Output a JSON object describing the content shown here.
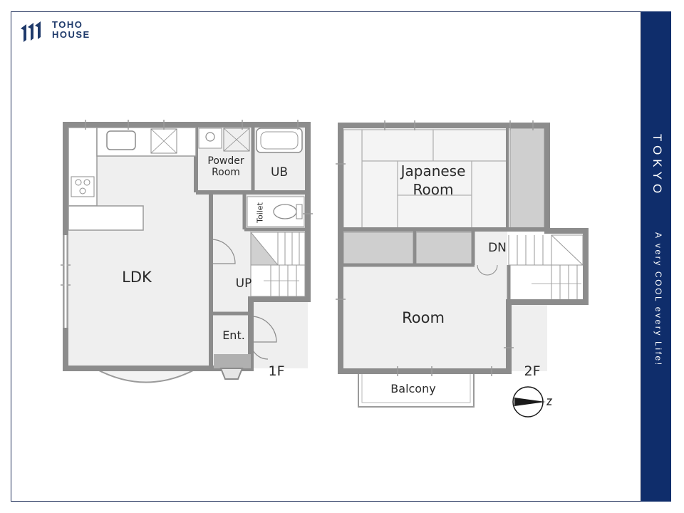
{
  "brand": {
    "line1": "TOHO",
    "line2": "HOUSE"
  },
  "side": {
    "title": "TOKYO",
    "tagline": "A very COOL every Life!"
  },
  "plan_1f": {
    "level": "1F",
    "rooms": {
      "ldk": "LDK",
      "powder_room_1": "Powder",
      "powder_room_2": "Room",
      "ub": "UB",
      "toilet": "Toilet",
      "up": "UP",
      "entrance": "Ent."
    }
  },
  "plan_2f": {
    "level": "2F",
    "rooms": {
      "japanese_1": "Japanese",
      "japanese_2": "Room",
      "dn": "DN",
      "room": "Room",
      "balcony": "Balcony"
    }
  },
  "colors": {
    "navy": "#0f2d6b",
    "wall": "#8c8c8c",
    "floor": "#efefef",
    "closet": "#cfcfcf"
  }
}
